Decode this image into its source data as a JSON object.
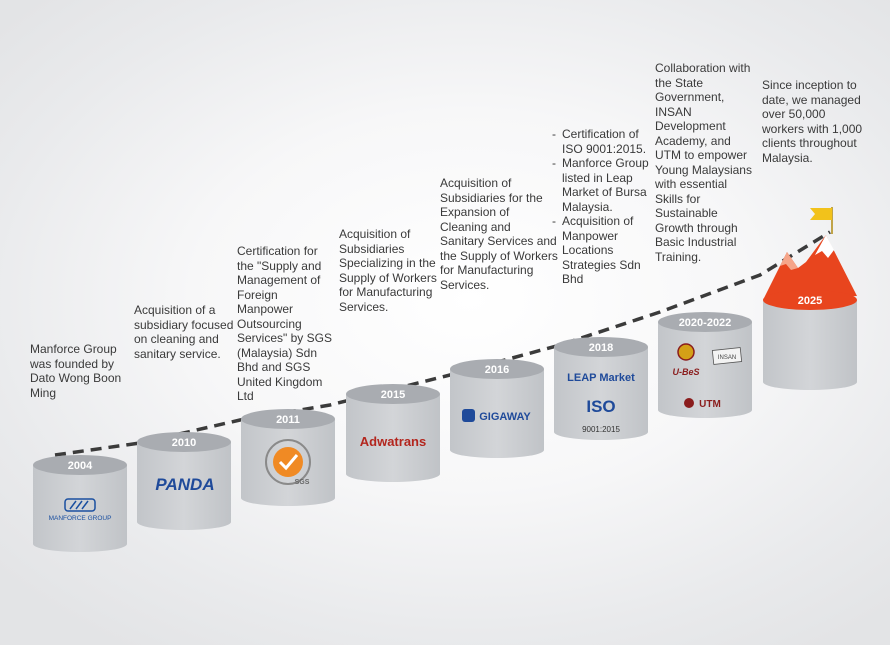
{
  "milestones": [
    {
      "year": "2004",
      "text": "Manforce Group was founded by Dato Wong Boon Ming",
      "logo": "MANFORCE GROUP"
    },
    {
      "year": "2010",
      "text": "Acquisition of a subsidiary focused on cleaning and sanitary service.",
      "logo": "PANDA"
    },
    {
      "year": "2011",
      "text": "Certification for the \"Supply and Management of Foreign Manpower Outsourcing Services\" by SGS (Malaysia) Sdn Bhd and SGS United Kingdom Ltd",
      "logo": "SGS"
    },
    {
      "year": "2015",
      "text": "Acquisition of Subsidiaries Specializing in the Supply of Workers for Manufacturing Services.",
      "logo": "Adwatrans"
    },
    {
      "year": "2016",
      "text": "Acquisition of Subsidiaries for the Expansion of Cleaning and Sanitary Services and the Supply of Workers for Manufacturing Services.",
      "logo": "GIGAWAY"
    },
    {
      "year": "2018",
      "items": [
        "Certification of ISO 9001:2015.",
        "Manforce Group listed in Leap Market of Bursa Malaysia.",
        "Acquisition of Manpower Locations Strategies Sdn Bhd"
      ],
      "logo_leap": "LEAP Market",
      "logo_iso": "ISO",
      "logo_iso_sub": "9001:2015"
    },
    {
      "year": "2020-2022",
      "text": "Collaboration with the State Government, INSAN Development Academy, and UTM to empower Young Malaysians with essential Skills for Sustainable Growth through Basic Industrial Training.",
      "logo_ubes": "U-BeS",
      "logo_insan": "INSAN",
      "logo_utm": "UTM"
    },
    {
      "year": "2025",
      "text": "Since inception to date, we managed over 50,000 workers with 1,000 clients throughout Malaysia."
    }
  ],
  "colors": {
    "cylinder_body": "#c9cbcf",
    "cylinder_top": "#a9acb1",
    "cylinder_2025_top": "#e8451e",
    "dash_line": "#3b3b3b",
    "flag": "#f2c21b"
  }
}
